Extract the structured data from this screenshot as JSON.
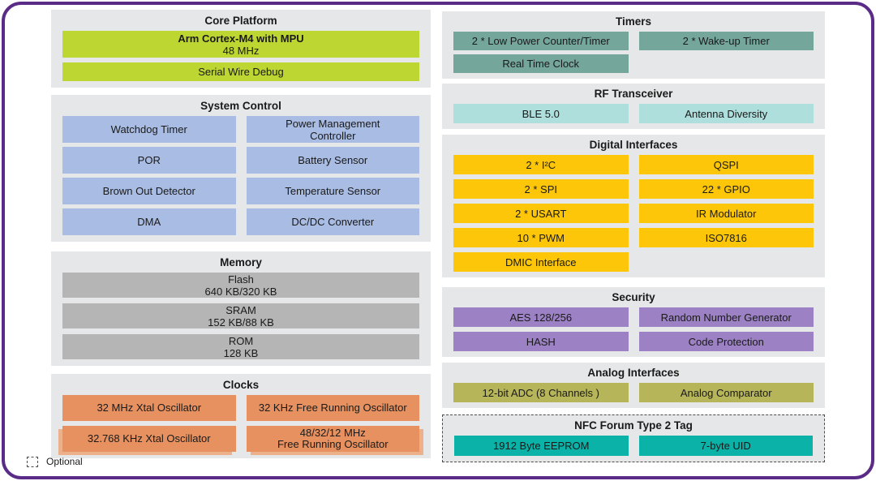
{
  "colors": {
    "outer_border": "#5b2c87",
    "panel_background": "#e6e7e8",
    "text": "#1a1a1a",
    "core_platform_block": "#bdd631",
    "system_control_block": "#a9bce3",
    "memory_block": "#b5b5b5",
    "clocks_block": "#e6915f",
    "timers_block": "#74a69c",
    "rf_block": "#aedfdc",
    "digital_block": "#fdc608",
    "security_block": "#9c82c4",
    "analog_block": "#b7b559",
    "nfc_block": "#0ab2a8"
  },
  "legend": {
    "label": "Optional"
  },
  "columns": {
    "left": [
      {
        "id": "core-platform",
        "title": "Core Platform",
        "color": "#bdd631",
        "blocks": [
          {
            "lines": [
              "Arm Cortex-M4 with MPU",
              "48 MHz"
            ],
            "bold_first": true,
            "span": "full"
          },
          {
            "lines": [
              "Serial Wire Debug"
            ],
            "span": "full"
          }
        ]
      },
      {
        "id": "system-control",
        "title": "System Control",
        "color": "#a9bce3",
        "blocks": [
          {
            "lines": [
              "Watchdog Timer"
            ]
          },
          {
            "lines": [
              "Power Management",
              "Controller"
            ]
          },
          {
            "lines": [
              "POR"
            ]
          },
          {
            "lines": [
              "Battery Sensor"
            ]
          },
          {
            "lines": [
              "Brown Out Detector"
            ]
          },
          {
            "lines": [
              "Temperature Sensor"
            ]
          },
          {
            "lines": [
              "DMA"
            ]
          },
          {
            "lines": [
              "DC/DC Converter"
            ]
          }
        ]
      },
      {
        "id": "memory",
        "title": "Memory",
        "color": "#b5b5b5",
        "blocks": [
          {
            "lines": [
              "Flash",
              "640 KB/320 KB"
            ],
            "span": "full"
          },
          {
            "lines": [
              "SRAM",
              "152 KB/88 KB"
            ],
            "span": "full"
          },
          {
            "lines": [
              "ROM",
              "128 KB"
            ],
            "span": "full"
          }
        ]
      },
      {
        "id": "clocks",
        "title": "Clocks",
        "color": "#e6915f",
        "blocks": [
          {
            "lines": [
              "32 MHz Xtal Oscillator"
            ]
          },
          {
            "lines": [
              "32 KHz Free Running Oscillator"
            ]
          },
          {
            "lines": [
              "32.768 KHz Xtal Oscillator"
            ],
            "stack": "left"
          },
          {
            "lines": [
              "48/32/12 MHz",
              "Free Running Oscillator"
            ],
            "stack": "right"
          }
        ]
      }
    ],
    "right": [
      {
        "id": "timers",
        "title": "Timers",
        "color": "#74a69c",
        "blocks": [
          {
            "lines": [
              "2 * Low Power Counter/Timer"
            ]
          },
          {
            "lines": [
              "2 * Wake-up Timer"
            ]
          },
          {
            "lines": [
              "Real Time Clock"
            ]
          }
        ]
      },
      {
        "id": "rf-transceiver",
        "title": "RF Transceiver",
        "color": "#aedfdc",
        "blocks": [
          {
            "lines": [
              "BLE 5.0"
            ]
          },
          {
            "lines": [
              "Antenna Diversity"
            ]
          }
        ]
      },
      {
        "id": "digital-interfaces",
        "title": "Digital Interfaces",
        "color": "#fdc608",
        "blocks": [
          {
            "lines": [
              "2 * I²C"
            ]
          },
          {
            "lines": [
              "QSPI"
            ]
          },
          {
            "lines": [
              "2 * SPI"
            ]
          },
          {
            "lines": [
              "22 * GPIO"
            ]
          },
          {
            "lines": [
              "2 * USART"
            ]
          },
          {
            "lines": [
              "IR Modulator"
            ]
          },
          {
            "lines": [
              "10 * PWM"
            ]
          },
          {
            "lines": [
              "ISO7816"
            ]
          },
          {
            "lines": [
              "DMIC Interface"
            ]
          }
        ]
      },
      {
        "id": "security",
        "title": "Security",
        "color": "#9c82c4",
        "blocks": [
          {
            "lines": [
              "AES 128/256"
            ]
          },
          {
            "lines": [
              "Random Number Generator"
            ]
          },
          {
            "lines": [
              "HASH"
            ]
          },
          {
            "lines": [
              "Code Protection"
            ]
          }
        ]
      },
      {
        "id": "analog-interfaces",
        "title": "Analog Interfaces",
        "color": "#b7b559",
        "blocks": [
          {
            "lines": [
              "12-bit ADC (8 Channels )"
            ]
          },
          {
            "lines": [
              "Analog Comparator"
            ]
          }
        ]
      },
      {
        "id": "nfc-forum-type-2-tag",
        "title": "NFC Forum Type 2 Tag",
        "color": "#0ab2a8",
        "optional": true,
        "blocks": [
          {
            "lines": [
              "1912 Byte EEPROM"
            ]
          },
          {
            "lines": [
              "7-byte UID"
            ]
          }
        ]
      }
    ]
  }
}
